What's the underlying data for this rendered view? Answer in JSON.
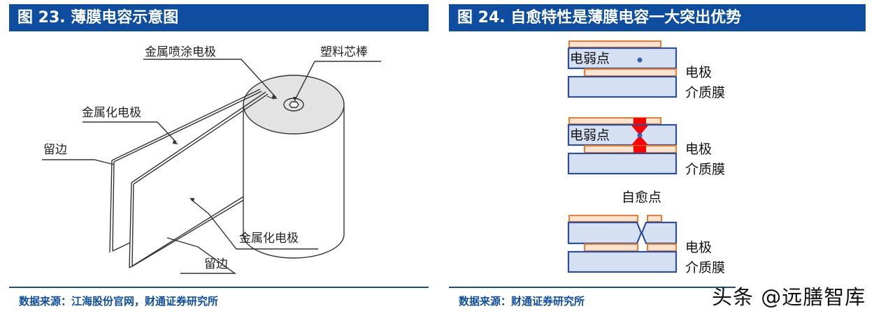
{
  "figures": [
    {
      "title": "图 23. 薄膜电容示意图",
      "labels": {
        "sprayed_electrode": "金属喷涂电极",
        "plastic_core": "塑料芯棒",
        "metallized_electrode_top": "金属化电极",
        "margin_top": "留边",
        "metallized_electrode_bottom": "金属化电极",
        "margin_bottom": "留边"
      },
      "source": "数据来源：江海股份官网，财通证券研究所"
    },
    {
      "title": "图 24. 自愈特性是薄膜电容一大突出优势",
      "blocks": [
        {
          "weak_point_label": "电弱点",
          "electrode_label": "电极",
          "dielectric_label": "介质膜"
        },
        {
          "weak_point_label": "电弱点",
          "electrode_label": "电极",
          "dielectric_label": "介质膜"
        },
        {
          "electrode_label": "电极",
          "dielectric_label": "介质膜"
        }
      ],
      "self_healing_label": "自愈点",
      "source": "数据来源：财通证券研究所",
      "colors": {
        "electrode_fill": "#FBE3D2",
        "electrode_stroke": "#ED7D31",
        "dielectric_fill": "#D6E0F3",
        "dielectric_stroke": "#2F4F9A",
        "weak_point": "#3A5DB0",
        "breakdown": "#FF0000"
      }
    }
  ],
  "header_color": "#0E4D9F",
  "watermark": "头条 @远膳智库"
}
